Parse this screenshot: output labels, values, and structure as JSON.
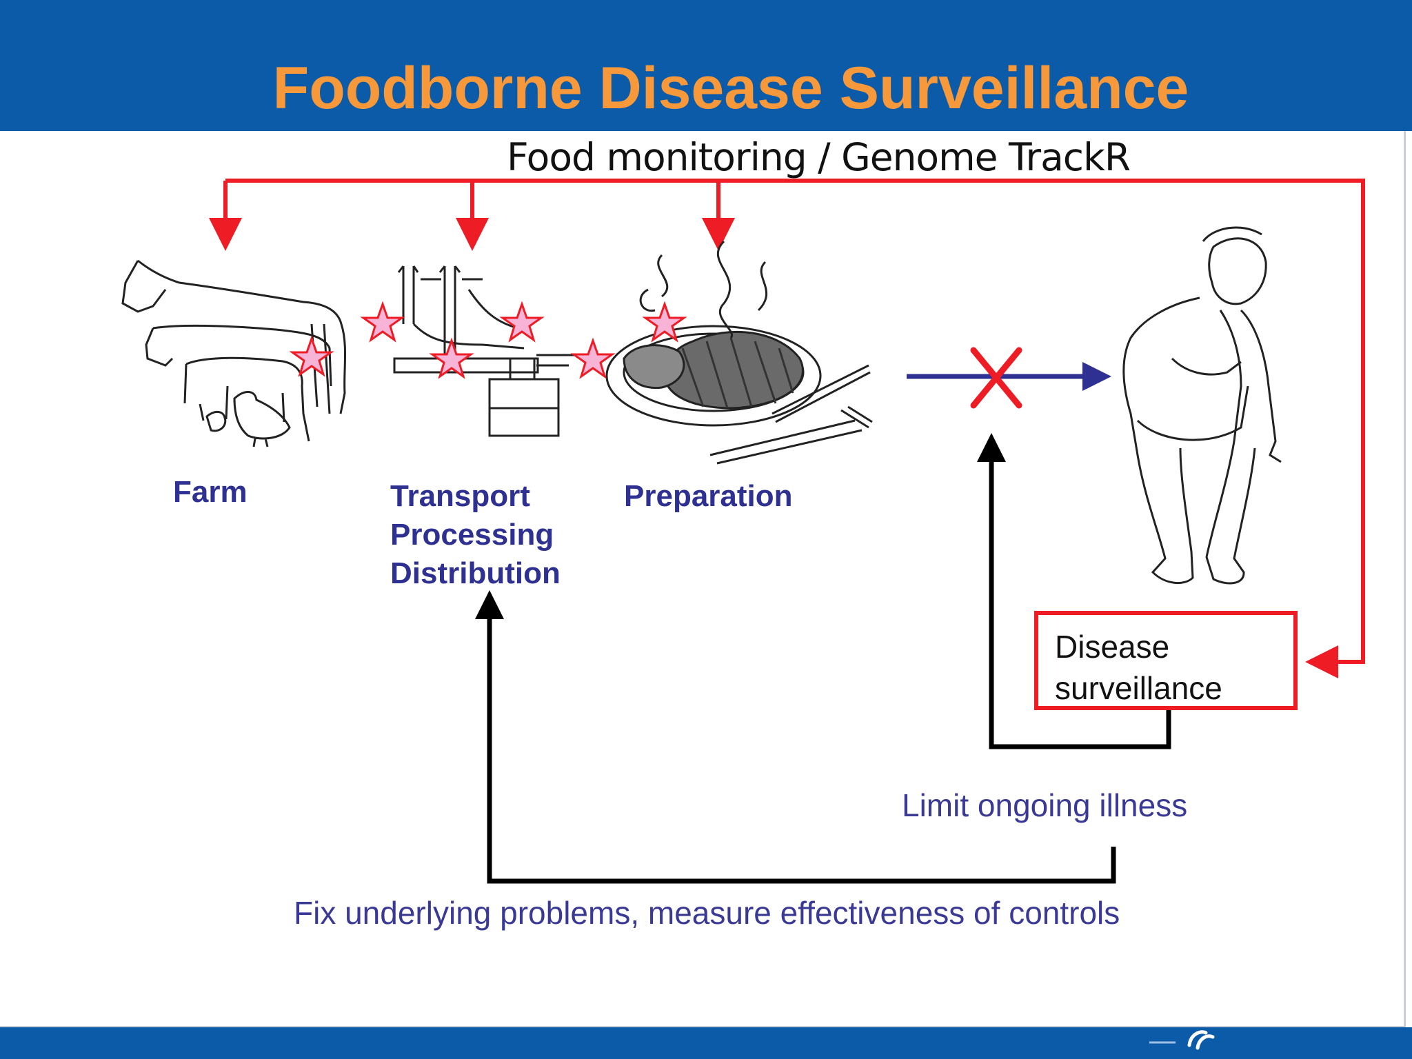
{
  "slide": {
    "title": "Foodborne Disease Surveillance"
  },
  "diagram": {
    "monitoring_label": "Food monitoring / Genome TrackR",
    "stages": {
      "farm": "Farm",
      "transport": "Transport",
      "processing": "Processing",
      "distribution": "Distribution",
      "preparation": "Preparation"
    },
    "surveillance_box": "Disease surveillance",
    "limit_label": "Limit ongoing illness",
    "fix_label": "Fix underlying problems, measure effectiveness of controls",
    "colors": {
      "header_band": "#0b5ba8",
      "title": "#f7993a",
      "arrow_red": "#ee1c25",
      "arrow_blue": "#2e3192",
      "star_fill": "#f7b4d6",
      "label_blue": "#2e3192"
    },
    "icons": [
      "farm-animals-illustration",
      "processing-equipment-illustration",
      "steak-plate-illustration",
      "sick-man-illustration",
      "star-icon",
      "x-mark-icon"
    ]
  }
}
